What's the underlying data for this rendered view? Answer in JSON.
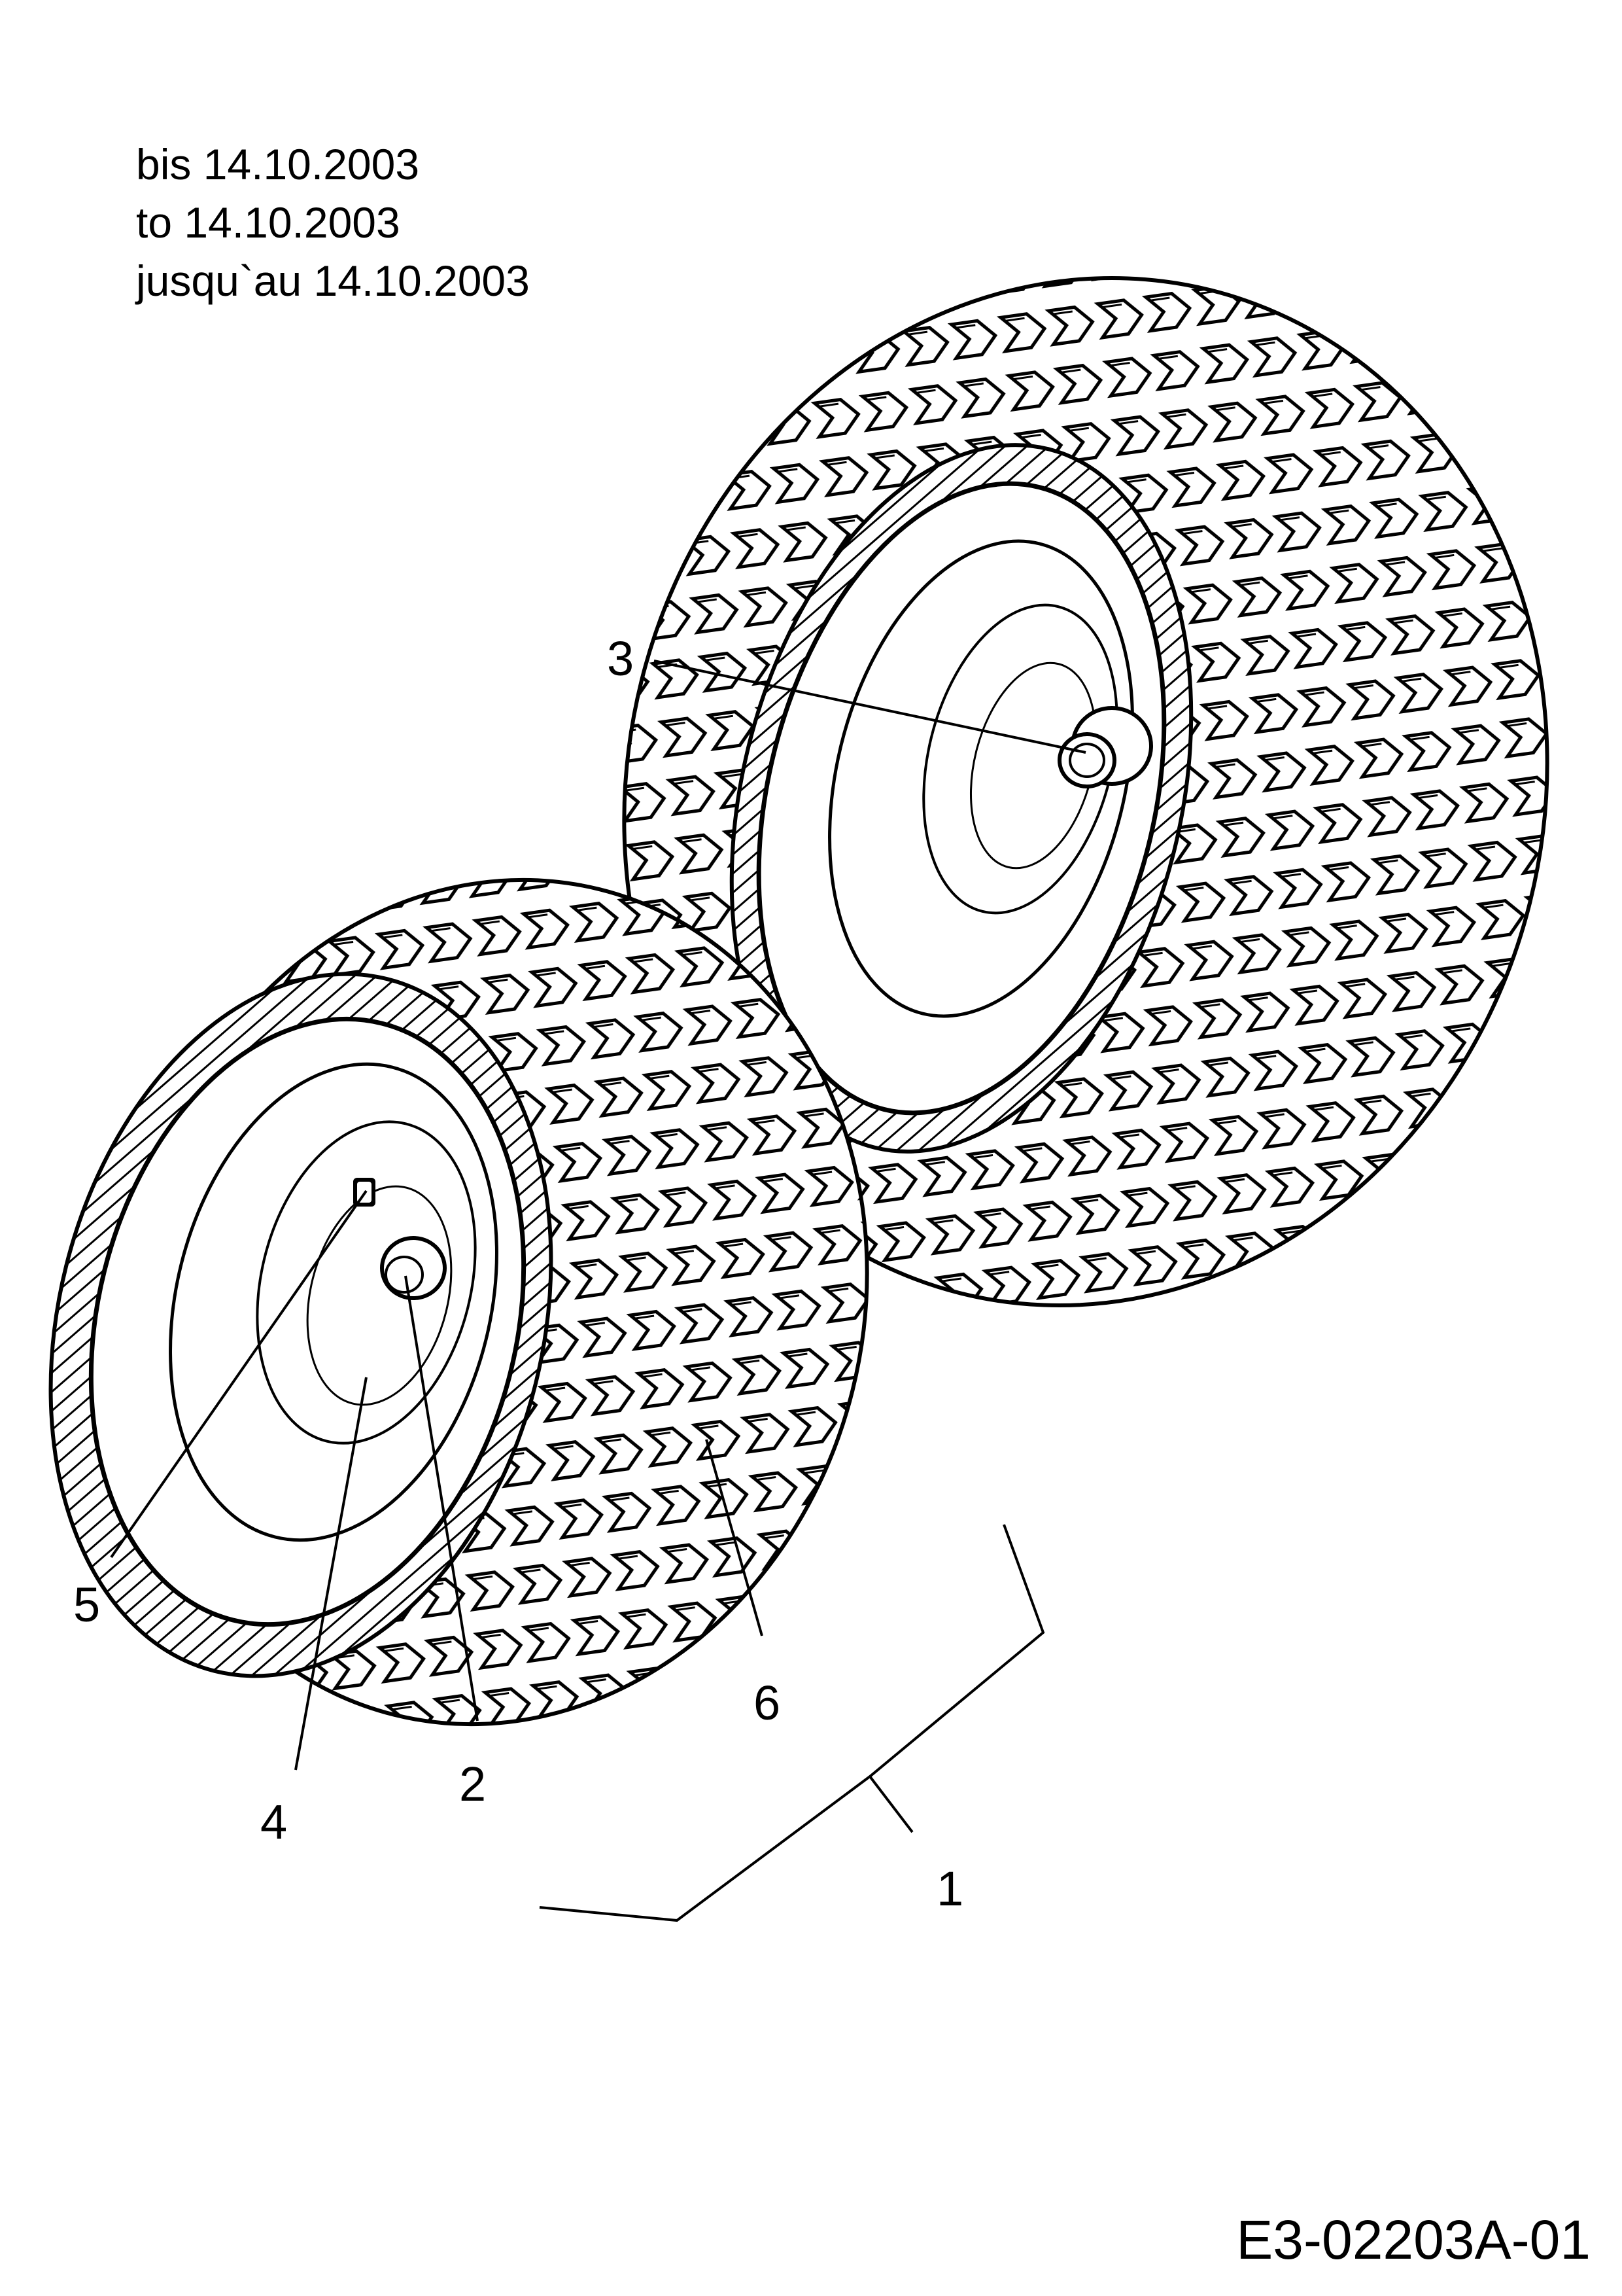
{
  "header_notes": [
    "bis 14.10.2003",
    "to 14.10.2003",
    "jusqu`au 14.10.2003"
  ],
  "callouts": {
    "c1": "1",
    "c2": "2",
    "c3": "3",
    "c4": "4",
    "c5": "5",
    "c6": "6"
  },
  "document_number": "E3-02203A-01",
  "colors": {
    "ink": "#000000",
    "paper": "#ffffff",
    "tire": "#f2f2f2"
  }
}
